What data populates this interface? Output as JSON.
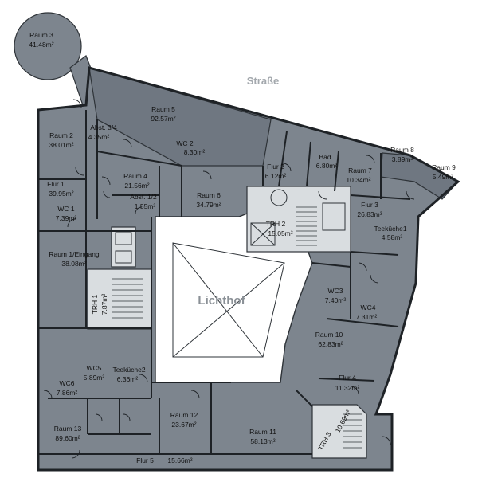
{
  "street": "Straße",
  "courtyard": "Lichthof",
  "rooms": [
    {
      "name": "Raum 3",
      "area": "41.48m²"
    },
    {
      "name": "Raum 2",
      "area": "38.01m²"
    },
    {
      "name": "Abst. 3/4",
      "area": "4.35m²"
    },
    {
      "name": "Raum 5",
      "area": "92.57m²"
    },
    {
      "name": "WC 2",
      "area": "8.30m²"
    },
    {
      "name": "Raum 4",
      "area": "21.56m²"
    },
    {
      "name": "Flur 1",
      "area": "39.95m²"
    },
    {
      "name": "WC 1",
      "area": "7.39m²"
    },
    {
      "name": "Abst. 1/2",
      "area": "1.55m²"
    },
    {
      "name": "Raum 6",
      "area": "34.79m²"
    },
    {
      "name": "Flur 2",
      "area": "6.12m²"
    },
    {
      "name": "Bad",
      "area": "6.80m²"
    },
    {
      "name": "Raum 7",
      "area": "10.34m²"
    },
    {
      "name": "Raum 8",
      "area": "3.89m²"
    },
    {
      "name": "Raum 9",
      "area": "5.49m²"
    },
    {
      "name": "Flur 3",
      "area": "26.83m²"
    },
    {
      "name": "TRH 2",
      "area": "15.05m²"
    },
    {
      "name": "Teeküche1",
      "area": "4.58m²"
    },
    {
      "name": "Raum 1/Eingang",
      "area": "38.08m²"
    },
    {
      "name": "TRH 1",
      "area": "7.87m²"
    },
    {
      "name": "WC3",
      "area": "7.40m²"
    },
    {
      "name": "WC4",
      "area": "7.31m²"
    },
    {
      "name": "Raum 10",
      "area": "62.83m²"
    },
    {
      "name": "WC5",
      "area": "5.89m²"
    },
    {
      "name": "Teeküche2",
      "area": "6.36m²"
    },
    {
      "name": "WC6",
      "area": "7.86m²"
    },
    {
      "name": "Flur 4",
      "area": "11.32m²"
    },
    {
      "name": "Raum 13",
      "area": "89.60m²"
    },
    {
      "name": "Raum 12",
      "area": "23.67m²"
    },
    {
      "name": "Raum 11",
      "area": "58.13m²"
    },
    {
      "name": "TRH 3",
      "area": "10.69m²"
    },
    {
      "name": "Flur 5",
      "area": "15.66m²"
    }
  ]
}
